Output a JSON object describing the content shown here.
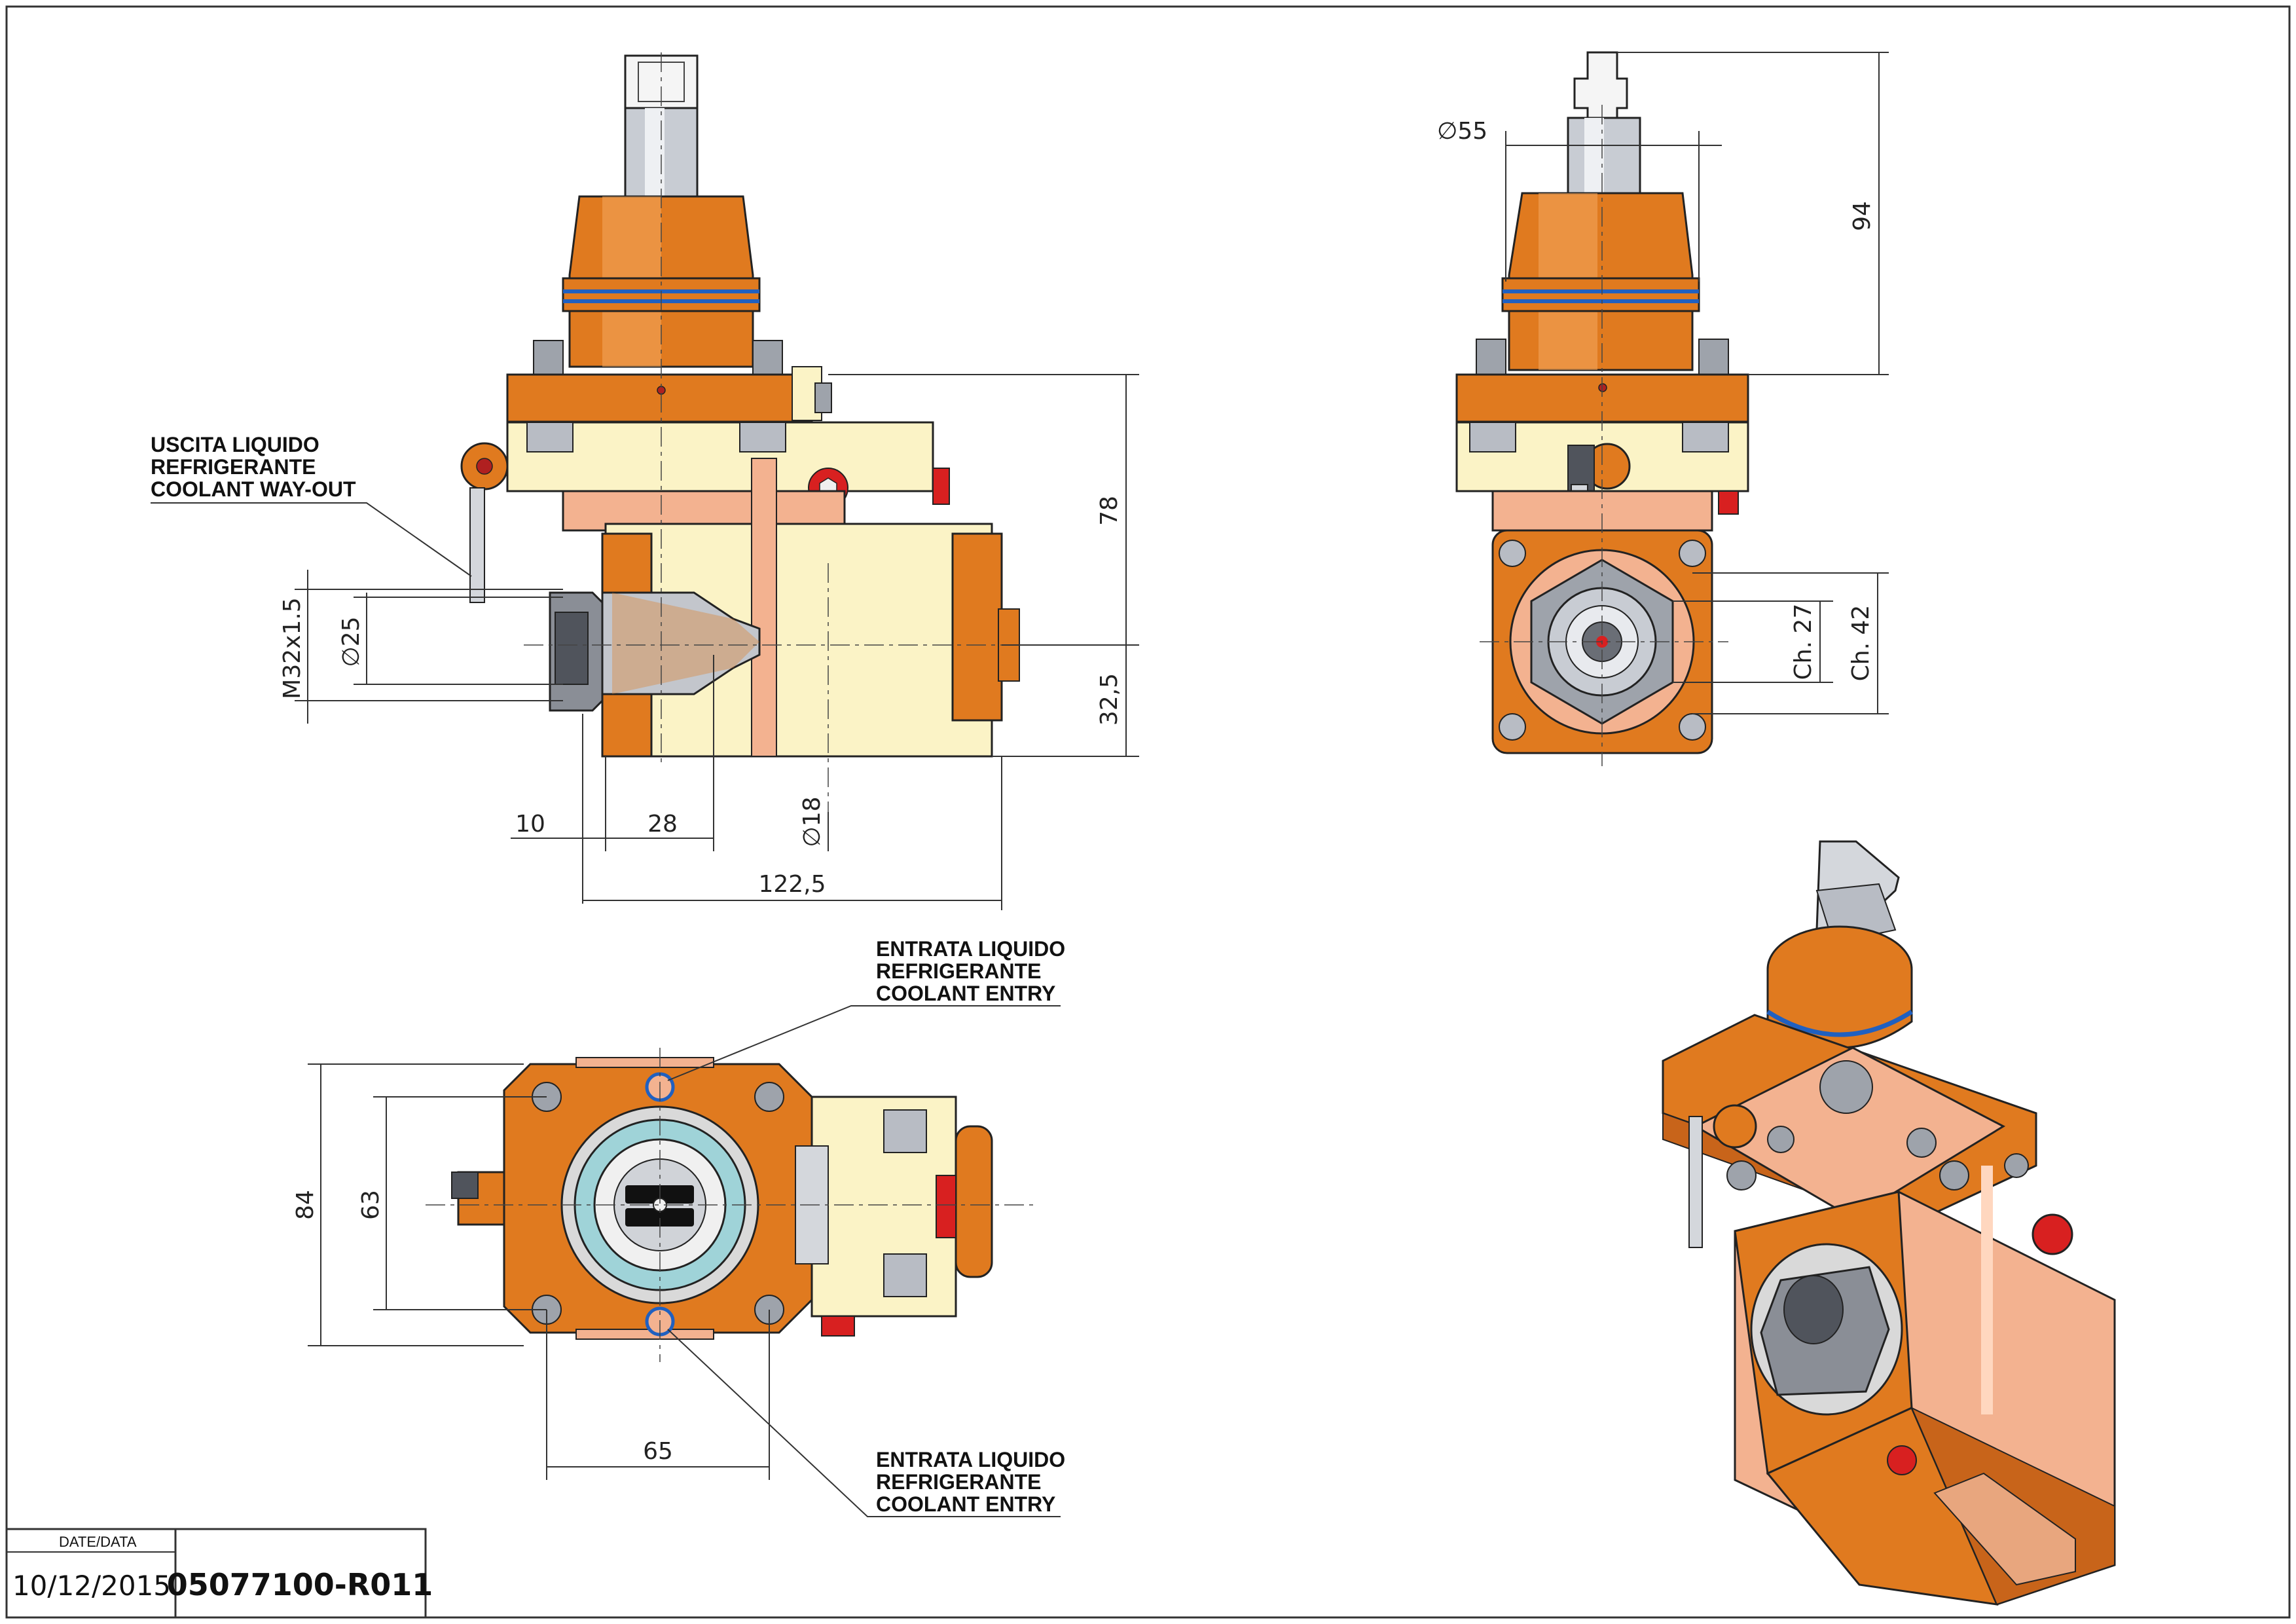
{
  "colors": {
    "orange": "#e07a1f",
    "orange_light": "#f2a45a",
    "cream": "#fbf3c6",
    "salmon": "#f3b290",
    "steel": "#b8bcc4",
    "red": "#d82020",
    "blue_ring": "#2060c0"
  },
  "annotations": {
    "coolant_out": [
      "USCITA LIQUIDO",
      "REFRIGERANTE",
      "COOLANT WAY-OUT"
    ],
    "coolant_entry_top": [
      "ENTRATA LIQUIDO",
      "REFRIGERANTE",
      "COOLANT ENTRY"
    ],
    "coolant_entry_bottom": [
      "ENTRATA LIQUIDO",
      "REFRIGERANTE",
      "COOLANT ENTRY"
    ]
  },
  "dimensions": {
    "side_view": {
      "thread": "M32x1.5",
      "dia25": "∅25",
      "h78": "78",
      "h32_5": "32,5",
      "w10": "10",
      "w28": "28",
      "dia18": "∅18",
      "w122_5": "122,5"
    },
    "front_view": {
      "dia55": "∅55",
      "h94": "94",
      "ch27": "Ch. 27",
      "ch42": "Ch. 42"
    },
    "bottom_view": {
      "h84": "84",
      "h63": "63",
      "w65": "65"
    }
  },
  "title_block": {
    "date_label": "DATE/DATA",
    "date": "10/12/2015",
    "code": "05077100-R011"
  }
}
